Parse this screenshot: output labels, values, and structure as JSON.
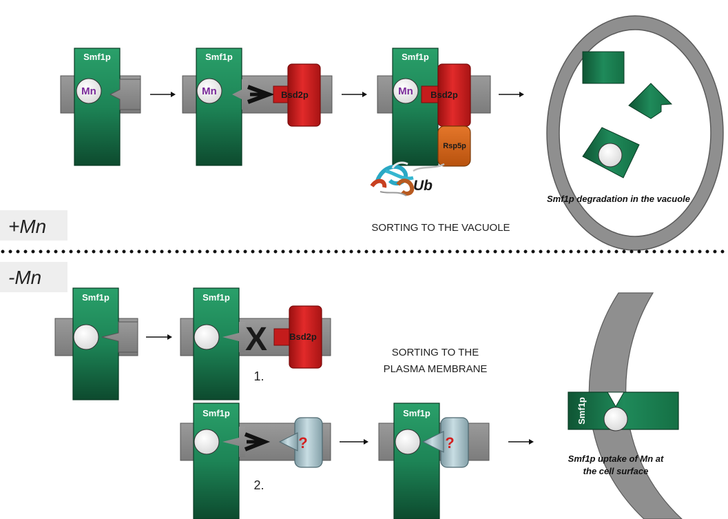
{
  "labels": {
    "smf1p": "Smf1p",
    "mn": "Mn",
    "bsd2p": "Bsd2p",
    "rsp5p": "Rsp5p",
    "ub": "Ub",
    "question": "?",
    "block_x": "X"
  },
  "conditions": {
    "plus_mn": "+Mn",
    "minus_mn": "-Mn"
  },
  "sections": {
    "vacuole_sorting": "SORTING TO THE VACUOLE",
    "pm_sorting_line1": "SORTING TO THE",
    "pm_sorting_line2": "PLASMA MEMBRANE"
  },
  "captions": {
    "vacuole": "Smf1p degradation in the vacuole",
    "surface_line1": "Smf1p uptake of Mn at",
    "surface_line2": "the cell surface"
  },
  "pathway_numbers": {
    "one": "1.",
    "two": "2."
  },
  "colors": {
    "smf1p_green": "#1f8a5a",
    "membrane_gray": "#8c8c8c",
    "bsd2p_red": "#d42020",
    "rsp5p_orange": "#e06a1a",
    "unknown_blue": "#a9c4cc",
    "mn_purple": "#7a2a9a"
  }
}
